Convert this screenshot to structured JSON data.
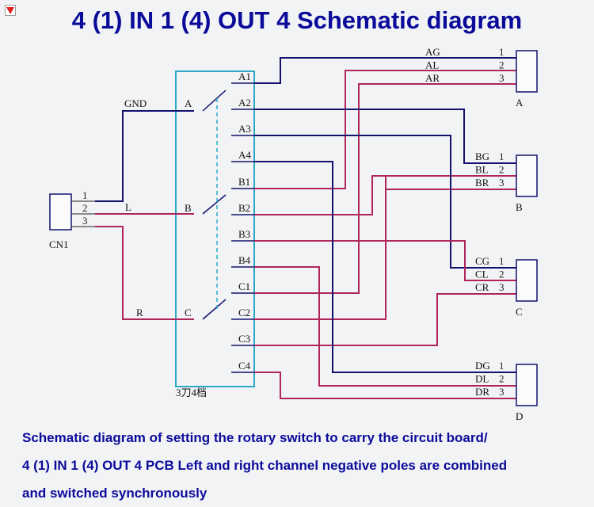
{
  "title": "4 (1) IN 1 (4) OUT 4 Schematic diagram",
  "caption": [
    "Schematic diagram of setting the rotary switch to carry the circuit board/",
    "4 (1) IN 1 (4) OUT 4 PCB Left and right channel negative poles are combined",
    " and switched synchronously"
  ],
  "colors": {
    "ground_wire": "#12126e",
    "signal_wire": "#b0245c",
    "switch_box": "#2aa9c9",
    "text": "#0b0b9a",
    "marker": "#e02020"
  },
  "input_connector": {
    "name": "CN1",
    "pins": [
      "1",
      "2",
      "3"
    ]
  },
  "input_nets": [
    "GND",
    "L",
    "R"
  ],
  "switch": {
    "label": "3刀4档",
    "poles": [
      "A",
      "B",
      "C"
    ],
    "positions": [
      "A1",
      "A2",
      "A3",
      "A4",
      "B1",
      "B2",
      "B3",
      "B4",
      "C1",
      "C2",
      "C3",
      "C4"
    ]
  },
  "output_connectors": [
    {
      "name": "A",
      "pins": [
        "1",
        "2",
        "3"
      ],
      "nets": [
        "AG",
        "AL",
        "AR"
      ]
    },
    {
      "name": "B",
      "pins": [
        "1",
        "2",
        "3"
      ],
      "nets": [
        "BG",
        "BL",
        "BR"
      ]
    },
    {
      "name": "C",
      "pins": [
        "1",
        "2",
        "3"
      ],
      "nets": [
        "CG",
        "CL",
        "CR"
      ]
    },
    {
      "name": "D",
      "pins": [
        "1",
        "2",
        "3"
      ],
      "nets": [
        "DG",
        "DL",
        "DR"
      ]
    }
  ]
}
